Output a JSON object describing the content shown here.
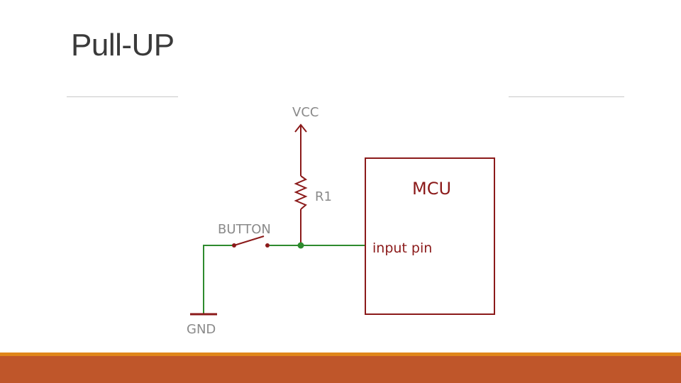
{
  "slide": {
    "title": "Pull-UP"
  },
  "schematic": {
    "labels": {
      "vcc": "VCC",
      "resistor": "R1",
      "button": "BUTTON",
      "gnd": "GND",
      "mcu": "MCU",
      "input_pin": "input pin"
    },
    "colors": {
      "wire": "#2e8b2e",
      "component": "#8b1a1a",
      "label": "#8a8a8a"
    }
  },
  "theme": {
    "accent_bar": "#bf562a",
    "accent_stripe": "#e0861a"
  }
}
